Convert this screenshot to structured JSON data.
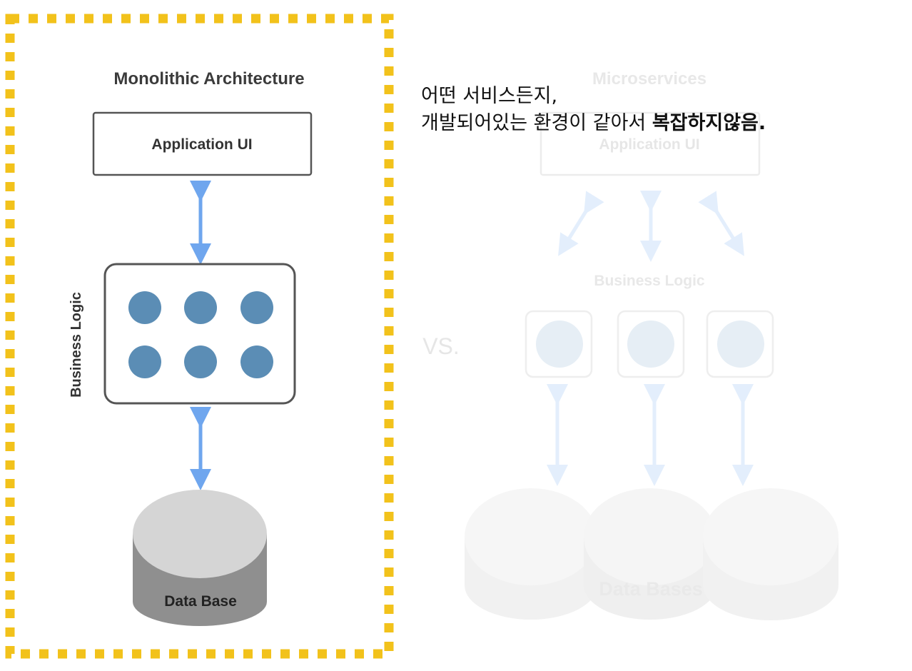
{
  "monolithic": {
    "title": "Monolithic Architecture",
    "app_ui": "Application UI",
    "business_logic": "Business Logic",
    "database": "Data Base"
  },
  "versus": "VS.",
  "microservices": {
    "title": "Microservices",
    "app_ui": "Application UI",
    "business_logic": "Business Logic",
    "databases": "Data Bases"
  },
  "callout": {
    "line1": "어떤 서비스든지,",
    "line2_prefix": "개발되어있는 환경이 같아서 ",
    "line2_bold": "복잡하지않음."
  },
  "colors": {
    "highlight_border": "#F2C21B",
    "arrow": "#6FA6EE",
    "node": "#5B8DB5",
    "db_top": "#D5D5D5",
    "db_side": "#8F8F8F"
  }
}
